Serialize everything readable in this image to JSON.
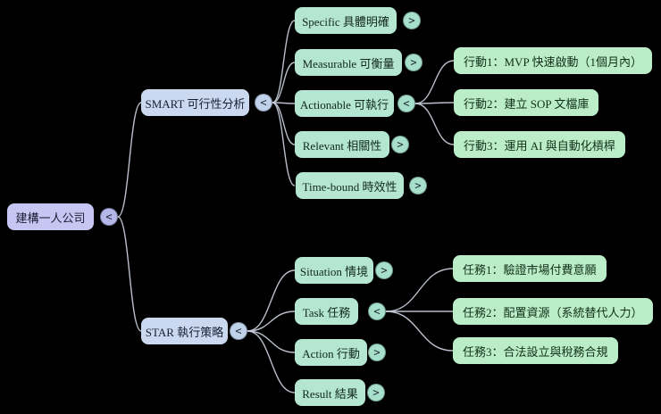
{
  "ui": {
    "expanded_glyph": "<",
    "collapsed_glyph": ">"
  },
  "colors": {
    "background": "#000000",
    "root_fill": "#c5c6f2",
    "branch_fill": "#cbd9f0",
    "child_fill": "#b4e6d1",
    "leaf_fill": "#baedc8",
    "link_stroke": "#ccd3e0"
  },
  "mindmap": {
    "root": {
      "label": "建構一人公司",
      "state": "expanded"
    },
    "branches": [
      {
        "label": "SMART 可行性分析",
        "state": "expanded",
        "children": [
          {
            "label": "Specific 具體明確",
            "state": "collapsed"
          },
          {
            "label": "Measurable 可衡量",
            "state": "collapsed"
          },
          {
            "label": "Actionable 可執行",
            "state": "expanded",
            "children": [
              {
                "label": "行動1：MVP 快速啟動（1個月內）"
              },
              {
                "label": "行動2：建立 SOP 文檔庫"
              },
              {
                "label": "行動3：運用 AI 與自動化槓桿"
              }
            ]
          },
          {
            "label": "Relevant 相關性",
            "state": "collapsed"
          },
          {
            "label": "Time-bound 時效性",
            "state": "collapsed"
          }
        ]
      },
      {
        "label": "STAR 執行策略",
        "state": "expanded",
        "children": [
          {
            "label": "Situation 情境",
            "state": "collapsed"
          },
          {
            "label": "Task 任務",
            "state": "expanded",
            "children": [
              {
                "label": "任務1：驗證市場付費意願"
              },
              {
                "label": "任務2：配置資源（系統替代人力）"
              },
              {
                "label": "任務3：合法設立與稅務合規"
              }
            ]
          },
          {
            "label": "Action 行動",
            "state": "collapsed"
          },
          {
            "label": "Result 結果",
            "state": "collapsed"
          }
        ]
      }
    ]
  }
}
